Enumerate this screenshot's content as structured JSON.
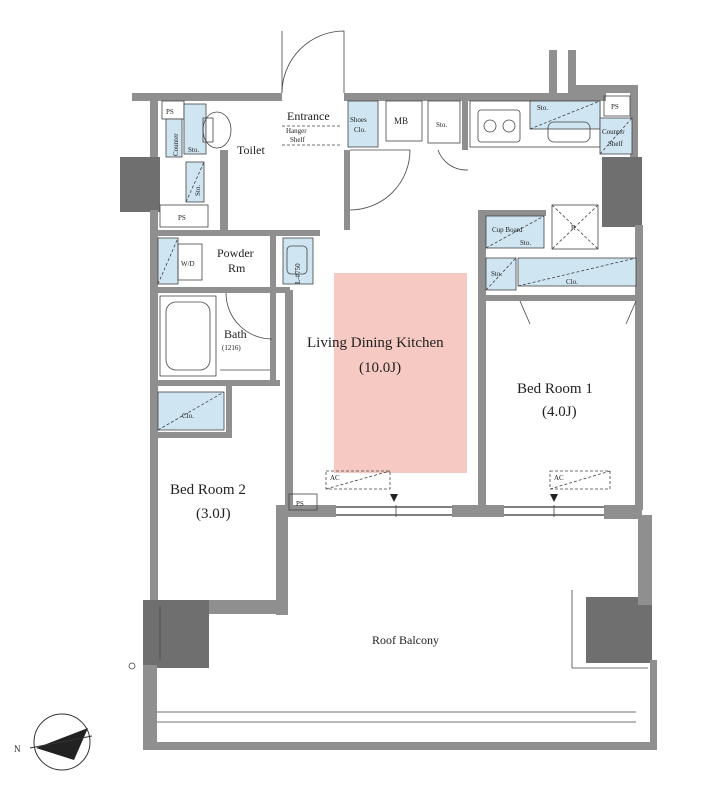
{
  "plan": {
    "rooms": {
      "ldk": {
        "name": "Living Dining Kitchen",
        "size": "(10.0J)"
      },
      "bed1": {
        "name": "Bed Room 1",
        "size": "(4.0J)"
      },
      "bed2": {
        "name": "Bed Room 2",
        "size": "(3.0J)"
      },
      "powder": {
        "name": "Powder",
        "name2": "Rm"
      },
      "bath": {
        "name": "Bath",
        "size": "(1216)"
      },
      "balcony": {
        "name": "Roof Balcony"
      },
      "entrance": {
        "name": "Entrance",
        "sub1": "Hanger",
        "sub2": "Shelf"
      },
      "toilet": {
        "name": "Toilet"
      }
    },
    "fixtures": {
      "shoes": {
        "line1": "Shoes",
        "line2": "Clo."
      },
      "mb": "MB",
      "sto_entrance": "Sto.",
      "sto_kitchen": "Sto.",
      "counter_shelf": {
        "line1": "Counter",
        "line2": "Shelf"
      },
      "counter_left": "Counter",
      "sto_toilet": "Sto.",
      "sto_small": "Sto.",
      "cup_board": "Cup Board",
      "cup_sto": "Sto.",
      "sto_bed1": "Sto.",
      "clo_bed1": "Clo.",
      "clo_bed2": "Clo.",
      "wd": "W/D",
      "refrigerator": "R",
      "lm": "L-#750",
      "ac1": "AC",
      "ac2": "AC"
    },
    "ps_labels": [
      "PS",
      "PS",
      "PS",
      "PS"
    ],
    "compass": {
      "north": "N"
    },
    "highlight_color": "#f6c9c2",
    "wall_color": "#8f8f8f",
    "fixture_color": "#cfe5f2"
  }
}
